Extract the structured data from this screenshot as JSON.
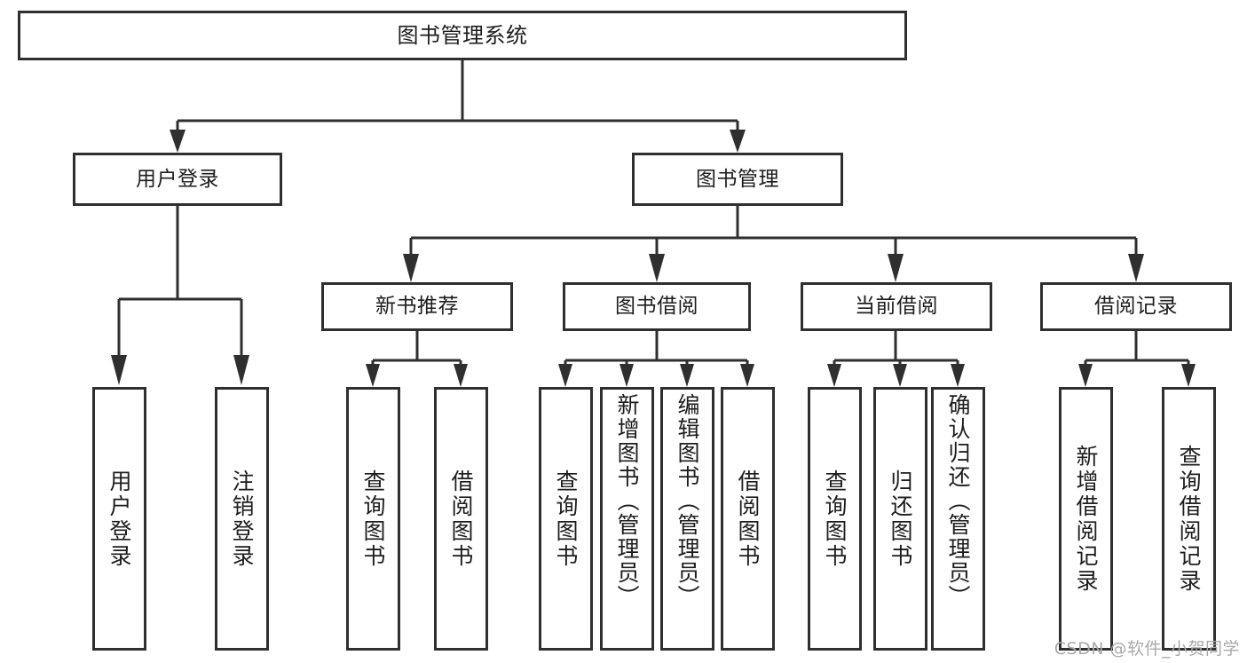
{
  "diagram": {
    "type": "tree-hierarchy-chart",
    "title": "图书管理系统",
    "watermark": "CSDN @软件_小贺同学",
    "colors": {
      "stroke": "#2f2f2f",
      "background": "#ffffff",
      "text": "#1d1d1d",
      "watermark": "#a9a9a9"
    },
    "root": {
      "label": "图书管理系统"
    },
    "level1": [
      {
        "label": "用户登录"
      },
      {
        "label": "图书管理"
      }
    ],
    "level2": [
      {
        "label": "新书推荐"
      },
      {
        "label": "图书借阅"
      },
      {
        "label": "当前借阅"
      },
      {
        "label": "借阅记录"
      }
    ],
    "leaves": {
      "user_login": [
        {
          "label": "用户登录"
        },
        {
          "label": "注销登录"
        }
      ],
      "new_book_recommend": [
        {
          "label": "查询图书"
        },
        {
          "label": "借阅图书"
        }
      ],
      "book_borrow": [
        {
          "label": "查询图书"
        },
        {
          "label": "新增图书（管理员）"
        },
        {
          "label": "编辑图书（管理员）"
        },
        {
          "label": "借阅图书"
        }
      ],
      "current_borrow": [
        {
          "label": "查询图书"
        },
        {
          "label": "归还图书"
        },
        {
          "label": "确认归还（管理员）"
        }
      ],
      "borrow_record": [
        {
          "label": "新增借阅记录"
        },
        {
          "label": "查询借阅记录"
        }
      ]
    }
  }
}
